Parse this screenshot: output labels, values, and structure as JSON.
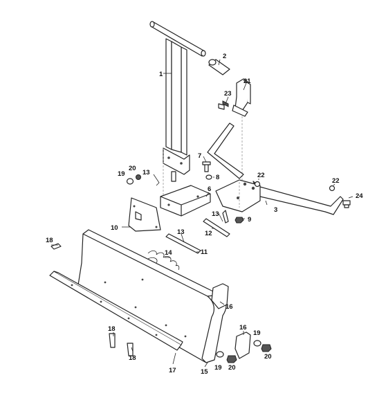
{
  "callouts": [
    {
      "id": "c1",
      "label": "1"
    },
    {
      "id": "c2",
      "label": "2"
    },
    {
      "id": "c3",
      "label": "3"
    },
    {
      "id": "c6",
      "label": "6"
    },
    {
      "id": "c7",
      "label": "7"
    },
    {
      "id": "c8",
      "label": "8"
    },
    {
      "id": "c9",
      "label": "9"
    },
    {
      "id": "c10",
      "label": "10"
    },
    {
      "id": "c11",
      "label": "11"
    },
    {
      "id": "c12",
      "label": "12"
    },
    {
      "id": "c13a",
      "label": "13"
    },
    {
      "id": "c13b",
      "label": "13"
    },
    {
      "id": "c13c",
      "label": "13"
    },
    {
      "id": "c14",
      "label": "14"
    },
    {
      "id": "c15",
      "label": "15"
    },
    {
      "id": "c16a",
      "label": "16"
    },
    {
      "id": "c16b",
      "label": "16"
    },
    {
      "id": "c17",
      "label": "17"
    },
    {
      "id": "c18a",
      "label": "18"
    },
    {
      "id": "c18b",
      "label": "18"
    },
    {
      "id": "c18c",
      "label": "18"
    },
    {
      "id": "c19a",
      "label": "19"
    },
    {
      "id": "c19b",
      "label": "19"
    },
    {
      "id": "c19c",
      "label": "19"
    },
    {
      "id": "c20a",
      "label": "20"
    },
    {
      "id": "c20b",
      "label": "20"
    },
    {
      "id": "c20c",
      "label": "20"
    },
    {
      "id": "c21",
      "label": "21"
    },
    {
      "id": "c22a",
      "label": "22"
    },
    {
      "id": "c22b",
      "label": "22"
    },
    {
      "id": "c23",
      "label": "23"
    },
    {
      "id": "c24",
      "label": "24"
    }
  ]
}
